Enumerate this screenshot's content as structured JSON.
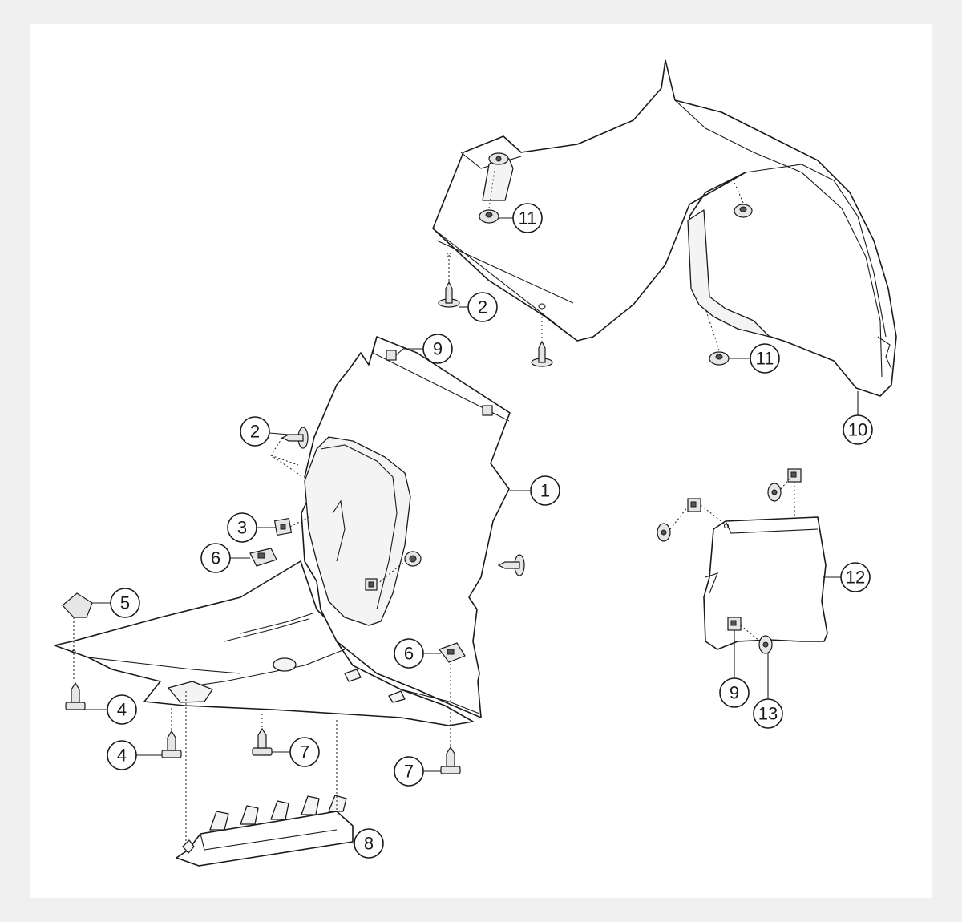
{
  "callouts": {
    "c1": "1",
    "c2a": "2",
    "c2b": "2",
    "c3": "3",
    "c4a": "4",
    "c4b": "4",
    "c5": "5",
    "c6a": "6",
    "c6b": "6",
    "c7a": "7",
    "c7b": "7",
    "c8": "8",
    "c9a": "9",
    "c9b": "9",
    "c10": "10",
    "c11a": "11",
    "c11b": "11",
    "c12": "12",
    "c13": "13"
  }
}
